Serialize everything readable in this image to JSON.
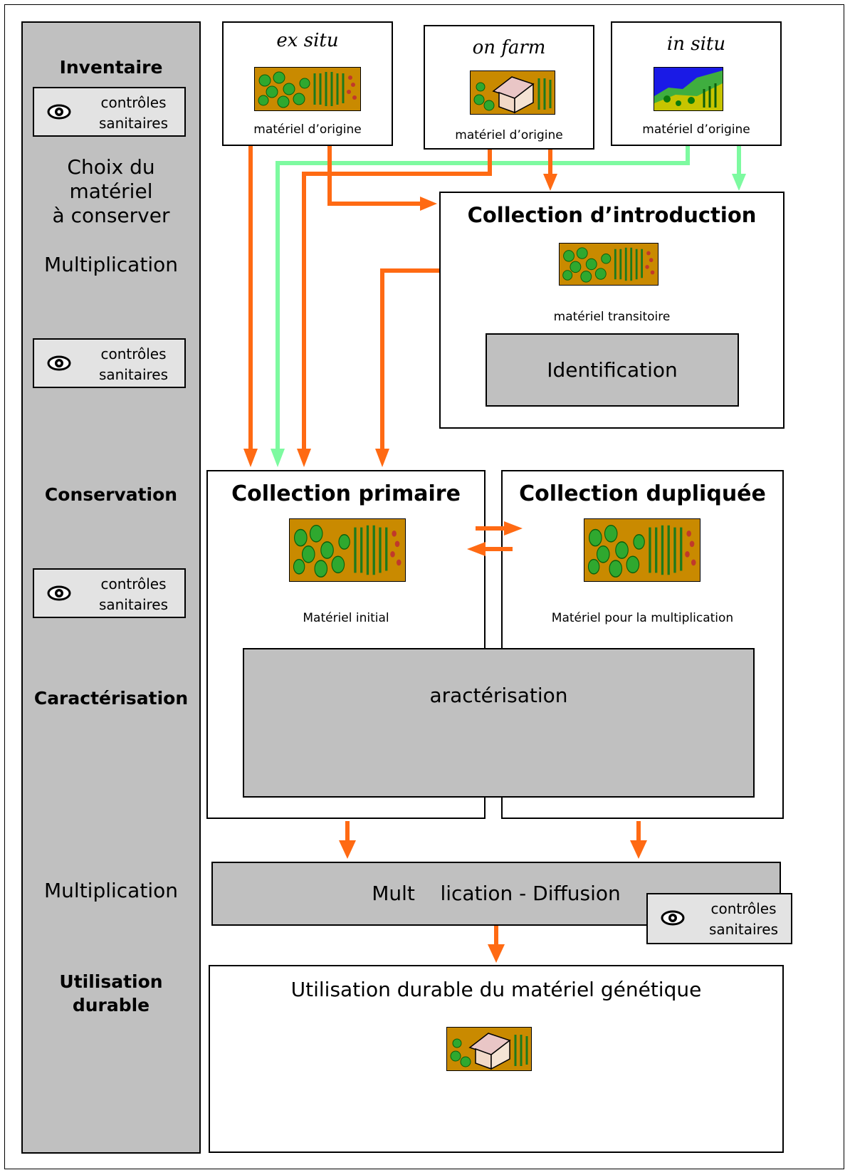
{
  "sidebar": {
    "inventaire": "Inventaire",
    "choix": "Choix du\nmatériel\nà conserver",
    "multiplication_top": "Multiplication",
    "conservation": "Conservation",
    "caracterisation": "Caractérisation",
    "multiplication_bottom": "Multiplication",
    "utilisation": "Utilisation\ndurable",
    "controle_label": "contrôles\nsanitaires"
  },
  "sources": {
    "ex_situ": {
      "title": "ex situ",
      "caption": "matériel d’origine"
    },
    "on_farm": {
      "title": "on farm",
      "caption": "matériel d’origine"
    },
    "in_situ": {
      "title": "in situ",
      "caption": "matériel d’origine"
    }
  },
  "introduction": {
    "title": "Collection d’introduction",
    "caption": "matériel transitoire",
    "identification": "Identification"
  },
  "primaire": {
    "title": "Collection primaire",
    "caption": "Matériel initial"
  },
  "dupliquee": {
    "title": "Collection dupliquée",
    "caption": "Matériel pour la multiplication"
  },
  "caracterisation_box": "aractérisation",
  "multiplication_diffusion": "Mult    lication - Diffusion",
  "controle_bottom": "contrôles\nsanitaires",
  "utilisation_box": "Utilisation durable du matériel génétique",
  "colors": {
    "orange": "#ff6a13",
    "green": "#7dfaa0",
    "gray": "#c0c0c0",
    "light_gray": "#e3e3e3"
  },
  "icons": [
    "eye-icon",
    "orchard-icon",
    "farmhouse-icon",
    "landscape-icon"
  ]
}
